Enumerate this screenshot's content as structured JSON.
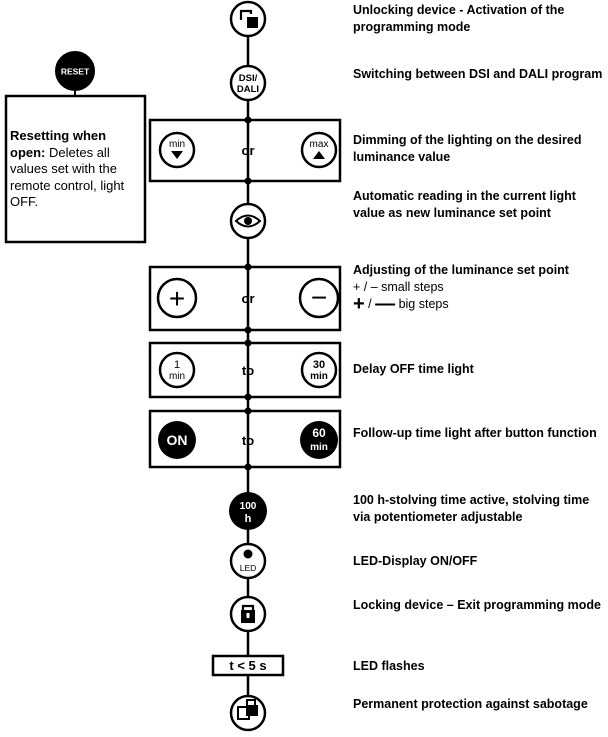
{
  "buttons": {
    "reset": "RESET",
    "dsi_dali_line1": "DSI/",
    "dsi_dali_line2": "DALI",
    "min": "min",
    "max": "max",
    "plus": "+",
    "minus": "−",
    "one": "1",
    "thirty": "30",
    "min_unit": "min",
    "on": "ON",
    "sixty": "60",
    "hundred": "100",
    "h": "h",
    "led": "LED",
    "t_less_5s": "t < 5 s"
  },
  "connectors": {
    "or1": "or",
    "or2": "or",
    "to1": "to",
    "to2": "to"
  },
  "reset_box": {
    "bold": "Resetting when open:",
    "text": "Deletes all values set with the remote control, light OFF."
  },
  "labels": {
    "unlocking": "Unlocking device - Activation of the programming mode",
    "switching": "Switching between DSI and DALI program",
    "dimming": "Dimming of the lighting on the desired luminance value",
    "automatic": "Automatic reading in the current light value as new luminance set point",
    "adjusting": "Adjusting of the luminance set point",
    "small_steps": "+ / – small steps",
    "big_plus": "+",
    "big_slash": " / ",
    "big_minus": "—",
    "big_steps": " big steps",
    "delay": "Delay OFF time light",
    "followup": "Follow-up time light after button function",
    "stolving": "100 h-stolving time active, stolving time via potentiometer adjustable",
    "led_display": "LED-Display ON/OFF",
    "locking": "Locking device – Exit programming mode",
    "led_flashes": "LED flashes",
    "permanent": "Permanent protection against sabotage"
  }
}
